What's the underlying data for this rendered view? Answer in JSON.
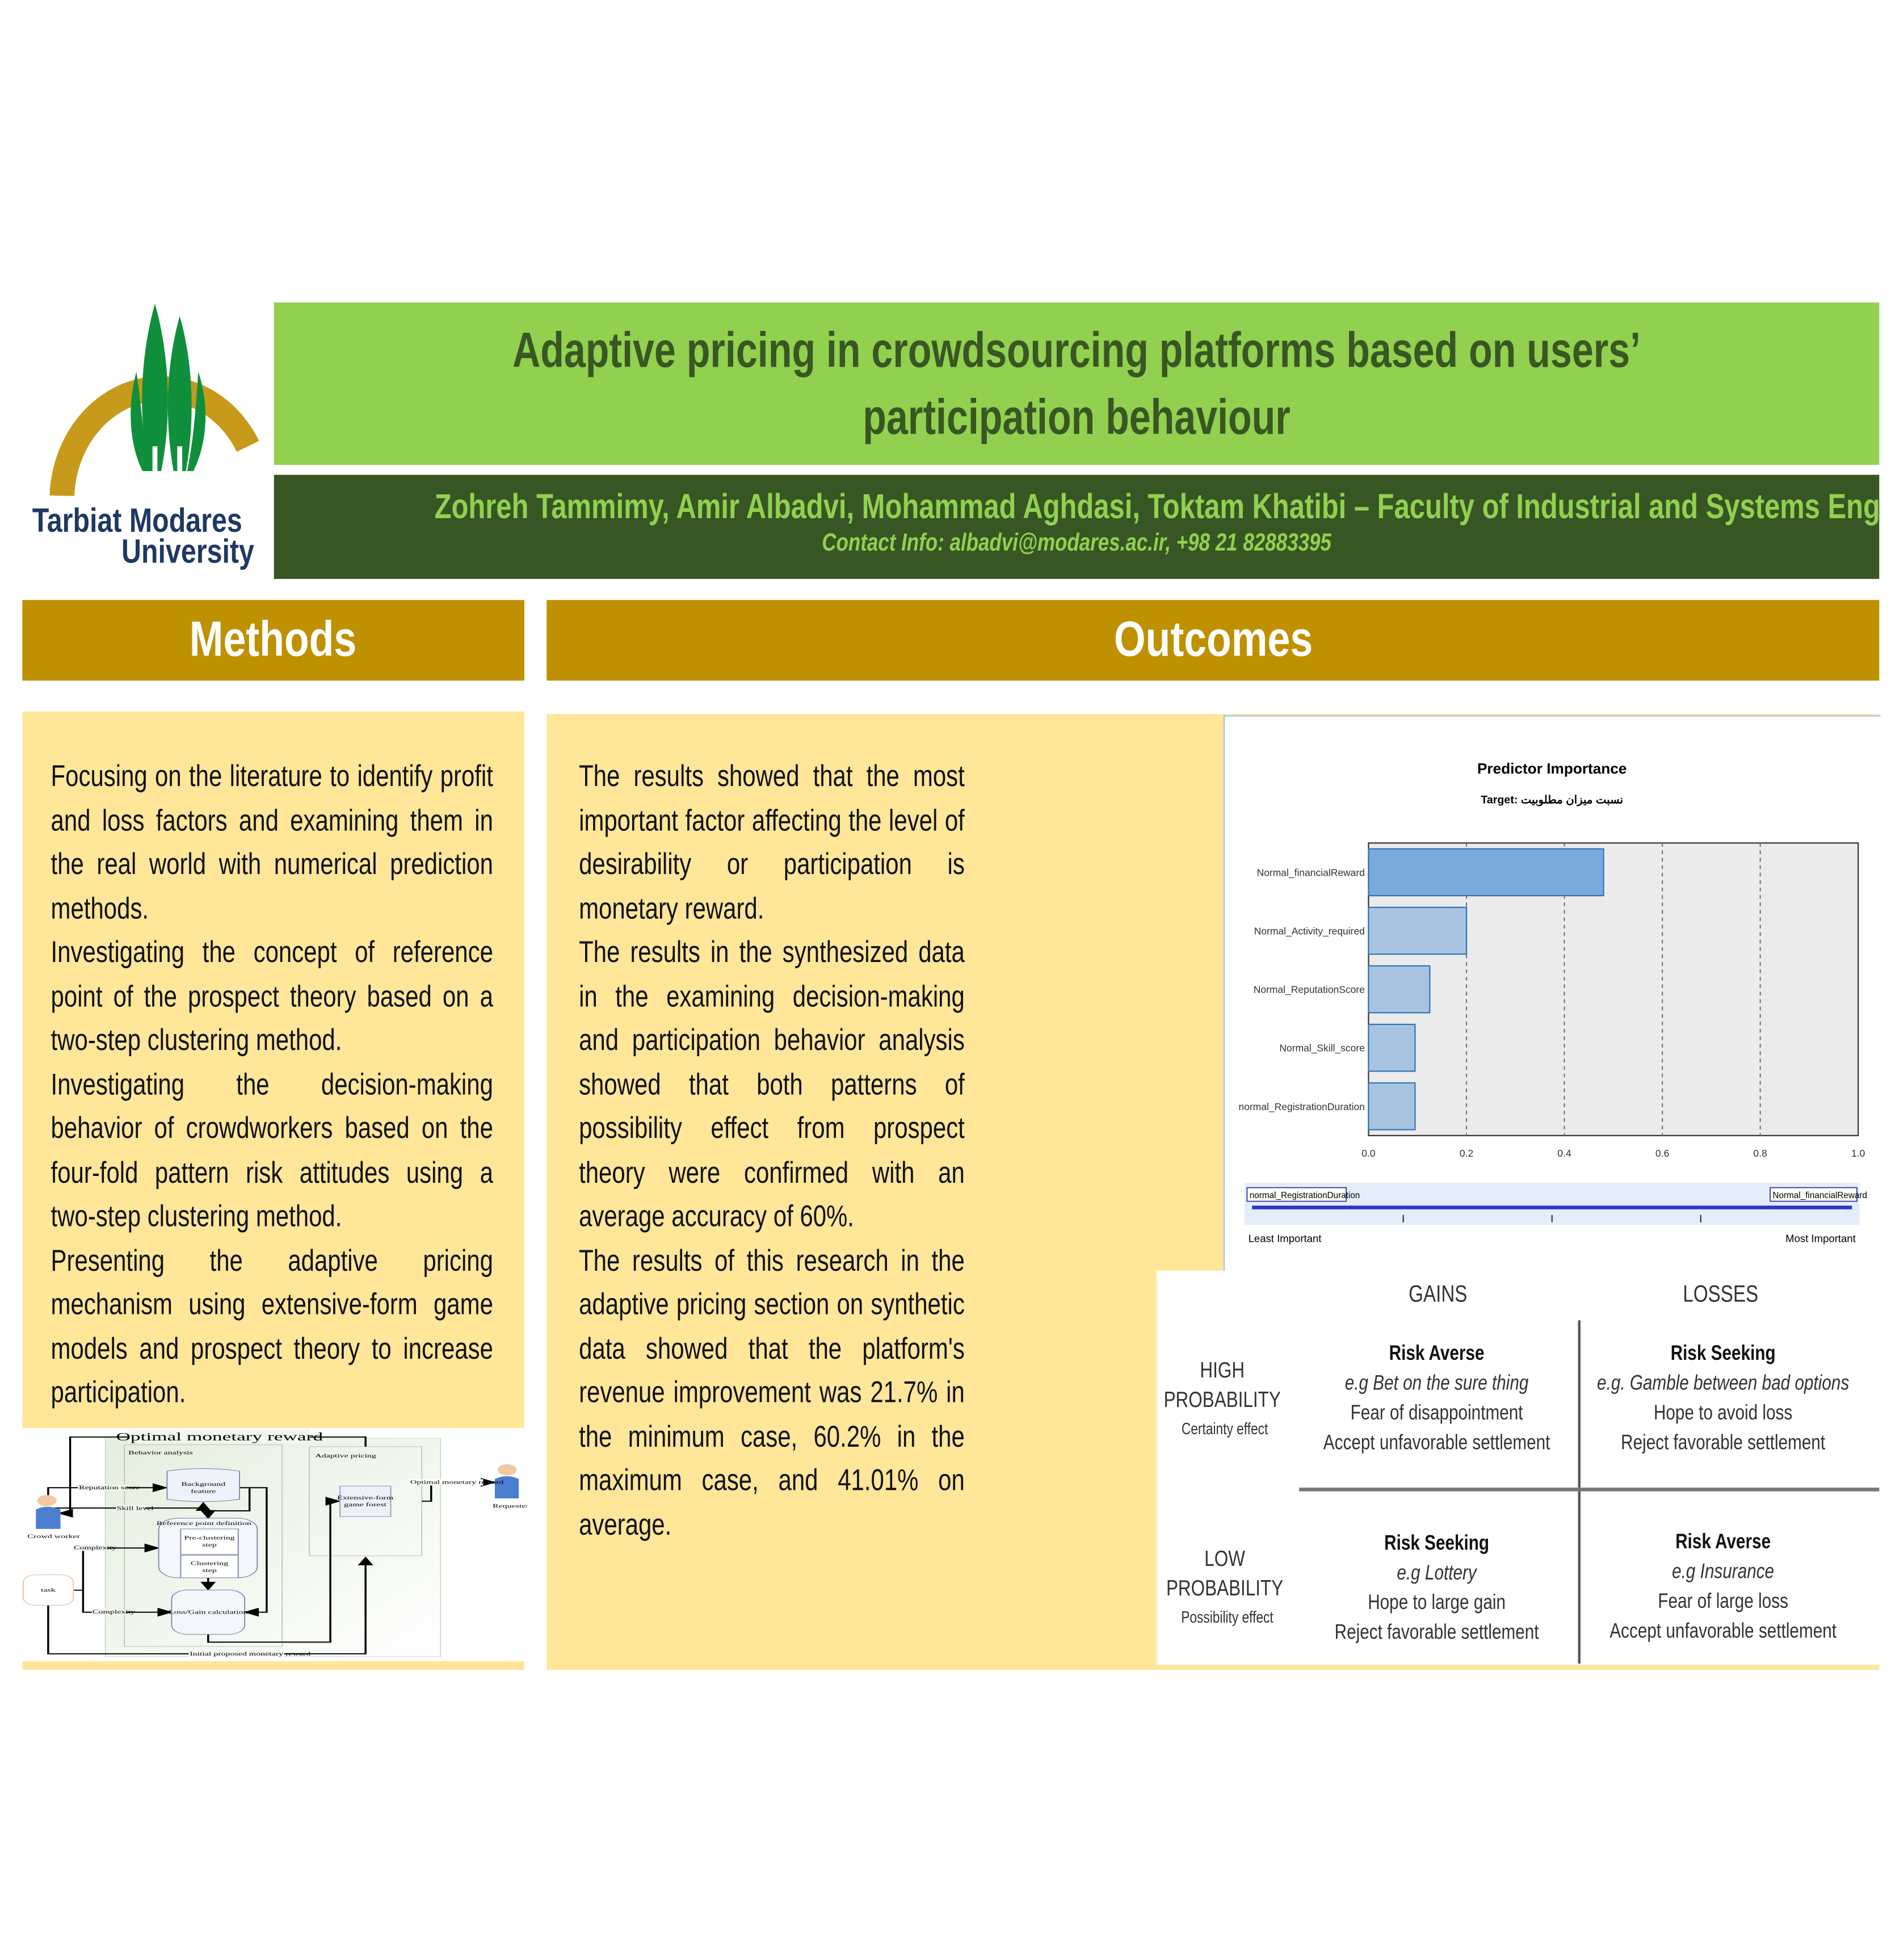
{
  "logo": {
    "university_line1": "Tarbiat Modares",
    "university_line2": "University"
  },
  "header": {
    "title": "Adaptive pricing in crowdsourcing platforms based on users’ participation behaviour",
    "authors": "Zohreh Tammimy, Amir Albadvi, Mohammad Aghdasi, Toktam Khatibi – Faculty of Industrial and Systems Engineering -",
    "contact": "Contact Info: albadvi@modares.ac.ir, +98 21 82883395"
  },
  "methods": {
    "heading": "Methods",
    "paragraphs": [
      "Focusing on the literature to identify profit and loss factors and examining them in the real world with numerical prediction methods.",
      "Investigating the concept of reference point of the prospect theory based on a two-step clustering method.",
      "Investigating the decision-making behavior of crowdworkers based on the four-fold pattern risk attitudes using a two-step clustering method.",
      "Presenting the adaptive pricing mechanism using extensive-form game models and prospect theory to increase participation."
    ],
    "diagram": {
      "optimal_top": "Optimal monetary reward",
      "behavior_analysis": "Behavior analysis",
      "adaptive_pricing": "Adaptive pricing",
      "reputation": "Reputation score",
      "skill": "Skill level",
      "background1": "Background",
      "background2": "feature",
      "crowd_worker": "Crowd worker",
      "reference": "Reference point definition",
      "pre1": "Pre-clustering",
      "pre2": "step",
      "clus1": "Clustering",
      "clus2": "step",
      "complexity1": "Complexity",
      "complexity2": "Complexity",
      "task": "task",
      "lossgain": "Loss/Gain calculation",
      "game1": "Extensive-form",
      "game2": "game forest",
      "optimal_right": "Optimal monetary reward",
      "requester": "Requester",
      "initial": "Initial proposed monetary reward"
    }
  },
  "outcomes": {
    "heading": "Outcomes",
    "paragraphs": [
      "The results showed that the most important factor affecting the level of desirability or participation is monetary reward.",
      "The results in the synthesized data in the examining decision-making and participation behavior analysis showed that both patterns of possibility effect from prospect theory were confirmed with an average accuracy of 60%.",
      "The results of this research in the adaptive pricing section on synthetic data showed that the platform's revenue improvement was 21.7% in the minimum case, 60.2% in the maximum case, and 41.01% on average."
    ],
    "fourfold": {
      "gains": "GAINS",
      "losses": "LOSSES",
      "high": "HIGH",
      "high_prob": "PROBABILITY",
      "certainty": "Certainty effect",
      "low": "LOW",
      "low_prob": "PROBABILITY",
      "possibility": "Possibility effect",
      "cells": [
        {
          "title": "Risk Averse",
          "eg": "e.g Bet on the sure thing",
          "l2": "Fear of disappointment",
          "l3": "Accept unfavorable settlement"
        },
        {
          "title": "Risk Seeking",
          "eg": "e.g. Gamble between bad options",
          "l2": "Hope to avoid loss",
          "l3": "Reject favorable settlement"
        },
        {
          "title": "Risk Seeking",
          "eg": "e.g Lottery",
          "l2": "Hope to large gain",
          "l3": "Reject favorable settlement"
        },
        {
          "title": "Risk Averse",
          "eg": "e.g Insurance",
          "l2": "Fear of large loss",
          "l3": "Accept unfavorable settlement"
        }
      ]
    }
  },
  "chart_data": {
    "type": "bar",
    "orientation": "horizontal",
    "title": "Predictor Importance",
    "subtitle": "Target: نسبت میزان مطلوبیت",
    "categories": [
      "Normal_financialReward",
      "Normal_Activity_required",
      "Normal_ReputationScore",
      "Normal_Skill_score",
      "normal_RegistrationDuration"
    ],
    "values": [
      0.48,
      0.2,
      0.125,
      0.095,
      0.095
    ],
    "xlim": [
      0,
      1
    ],
    "xticks": [
      "0.0",
      "0.2",
      "0.4",
      "0.6",
      "0.8",
      "1.0"
    ],
    "grid": true,
    "colors": {
      "top": "#7aa9db",
      "other": "#a9c4e2",
      "edge": "#2e75b6"
    },
    "scale": {
      "least_label": "normal_RegistrationDuration",
      "most_label": "Normal_financialReward",
      "least": "Least Important",
      "most": "Most Important"
    }
  }
}
